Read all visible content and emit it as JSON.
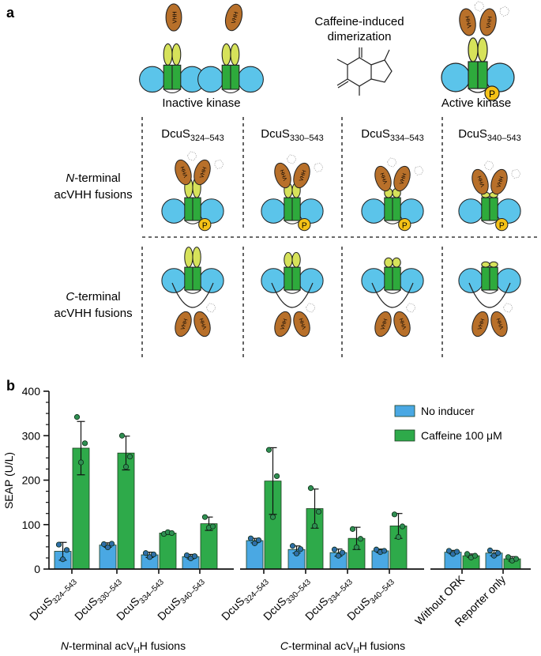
{
  "panel_a": {
    "label": "a",
    "inactive_label": "Inactive kinase",
    "active_label": "Active kinase",
    "dimerization_line1": "Caffeine-induced",
    "dimerization_line2": "dimerization",
    "vhh_text": "VHH",
    "p_text": "P",
    "variants": [
      {
        "base": "DcuS",
        "sub": "324–543"
      },
      {
        "base": "DcuS",
        "sub": "330–543"
      },
      {
        "base": "DcuS",
        "sub": "334–543"
      },
      {
        "base": "DcuS",
        "sub": "340–543"
      }
    ],
    "row_n_line1_italic": "N",
    "row_n_line1_rest": "-terminal",
    "row_n_line2": "acVHH fusions",
    "row_c_line1_italic": "C",
    "row_c_line1_rest": "-terminal",
    "row_c_line2": "acVHH fusions"
  },
  "colors": {
    "kinase_blue": "#5bc4ea",
    "kinase_green": "#2eaa3c",
    "linker_yellow": "#d6e25a",
    "vhh_brown": "#b8702a",
    "phospho_yellow": "#f5c217",
    "bar_blue": "#4aa8e3",
    "bar_green": "#2eaa4a",
    "dot_green": "#2f8f52",
    "dot_blue": "#2f6fa8"
  },
  "chart_data": {
    "type": "bar",
    "panel_label": "b",
    "ylabel": "SEAP (U/L)",
    "ylim": [
      0,
      400
    ],
    "yticks": [
      "0",
      "100",
      "200",
      "300",
      "400"
    ],
    "categories": [
      {
        "base": "DcuS",
        "sub": "324–543"
      },
      {
        "base": "DcuS",
        "sub": "330–543"
      },
      {
        "base": "DcuS",
        "sub": "334–543"
      },
      {
        "base": "DcuS",
        "sub": "340–543"
      },
      {
        "base": "DcuS",
        "sub": "324–543"
      },
      {
        "base": "DcuS",
        "sub": "330–543"
      },
      {
        "base": "DcuS",
        "sub": "334–543"
      },
      {
        "base": "DcuS",
        "sub": "340–543"
      },
      {
        "base": "Without ORK",
        "sub": ""
      },
      {
        "base": "Reporter only",
        "sub": ""
      }
    ],
    "groups": [
      {
        "label_italic": "N",
        "label_rest": "-terminal acV",
        "label_sub": "H",
        "label_end": "H fusions",
        "categories": [
          0,
          1,
          2,
          3
        ]
      },
      {
        "label_italic": "C",
        "label_rest": "-terminal acV",
        "label_sub": "H",
        "label_end": "H fusions",
        "categories": [
          4,
          5,
          6,
          7
        ]
      },
      {
        "categories": [
          8,
          9
        ]
      }
    ],
    "series": [
      {
        "name": "No inducer",
        "values": [
          40,
          54,
          32,
          28,
          64,
          44,
          37,
          41,
          38,
          36
        ],
        "errors": [
          20,
          5,
          6,
          5,
          5,
          8,
          8,
          4,
          4,
          6
        ],
        "points": [
          [
            55,
            22,
            43
          ],
          [
            56,
            49,
            57
          ],
          [
            36,
            27,
            33
          ],
          [
            31,
            24,
            29
          ],
          [
            69,
            58,
            65
          ],
          [
            52,
            35,
            45
          ],
          [
            44,
            30,
            37
          ],
          [
            44,
            38,
            41
          ],
          [
            41,
            34,
            39
          ],
          [
            42,
            30,
            36
          ]
        ]
      },
      {
        "name": "Caffeine 100 μM",
        "values": [
          272,
          261,
          81,
          102,
          198,
          136,
          69,
          97,
          30,
          23
        ],
        "errors": [
          60,
          38,
          3,
          15,
          75,
          44,
          25,
          28,
          4,
          5
        ],
        "points": [
          [
            342,
            240,
            283
          ],
          [
            300,
            230,
            253
          ],
          [
            79,
            83,
            81
          ],
          [
            117,
            93,
            96
          ],
          [
            268,
            117,
            209
          ],
          [
            182,
            97,
            129
          ],
          [
            90,
            49,
            68
          ],
          [
            123,
            72,
            96
          ],
          [
            34,
            26,
            30
          ],
          [
            27,
            19,
            23
          ]
        ]
      }
    ],
    "legend_position": "top-right"
  }
}
